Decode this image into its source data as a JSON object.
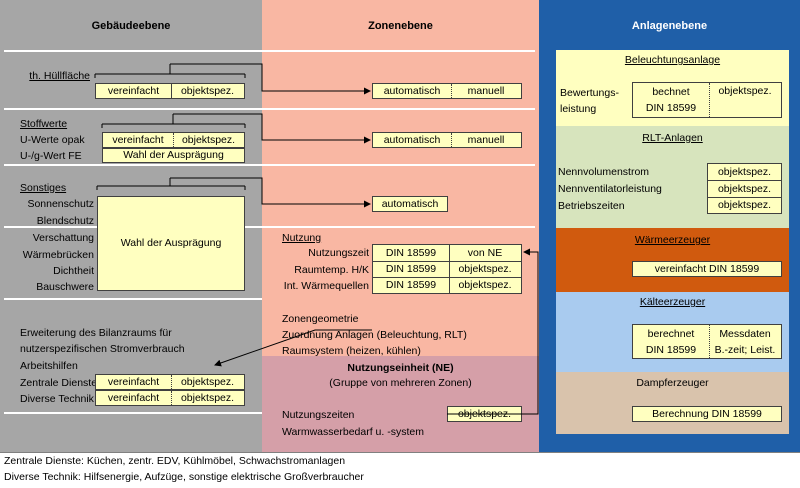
{
  "headers": {
    "gebaeude": "Gebäudeebene",
    "zone": "Zonenebene",
    "anlagen": "Anlagenebene"
  },
  "gebaeude": {
    "huellflaeche_label": "th. Hüllfläche",
    "huellflaeche_options": [
      "vereinfacht",
      "objektspez."
    ],
    "stoffwerte_label": "Stoffwerte",
    "u_werte_label": "U-Werte opak",
    "u_werte_options": [
      "vereinfacht",
      "objektspez."
    ],
    "ug_wert_label": "U-/g-Wert FE",
    "ug_wert_value": "Wahl der Ausprägung",
    "sonstiges_label": "Sonstiges",
    "sonstiges_items": [
      "Sonnenschutz",
      "Blendschutz",
      "Verschattung",
      "Wärmebrücken",
      "Dichtheit",
      "Bauschwere"
    ],
    "sonstiges_value": "Wahl der Ausprägung",
    "erweiterung_line1": "Erweiterung des Bilanzraums für",
    "erweiterung_line2": "nutzerspezifischen Stromverbrauch",
    "arbeitshilfen": "Arbeitshilfen",
    "zentrale_label": "Zentrale Dienste",
    "zentrale_options": [
      "vereinfacht",
      "objektspez."
    ],
    "diverse_label": "Diverse Technik",
    "diverse_options": [
      "vereinfacht",
      "objektspez."
    ]
  },
  "zone": {
    "row1_options": [
      "automatisch",
      "manuell"
    ],
    "row2_options": [
      "automatisch",
      "manuell"
    ],
    "row3_value": "automatisch",
    "nutzung_label": "Nutzung",
    "nutzung_rows": [
      {
        "label": "Nutzungszeit",
        "a": "DIN 18599",
        "b": "von NE"
      },
      {
        "label": "Raumtemp. H/K",
        "a": "DIN 18599",
        "b": "objektspez."
      },
      {
        "label": "Int. Wärmequellen",
        "a": "DIN 18599",
        "b": "objektspez."
      }
    ],
    "zonengeometrie": "Zonengeometrie",
    "zuordnung": "Zuordnung Anlagen (Beleuchtung, RLT)",
    "raumsystem": "Raumsystem (heizen, kühlen)",
    "ne_title": "Nutzungseinheit (NE)",
    "ne_subtitle": "(Gruppe von mehreren Zonen)",
    "ne_nutzungszeiten": "Nutzungszeiten",
    "ne_nutzungszeiten_value": "objektspez.",
    "ne_warmwasser": "Warmwasserbedarf u. -system"
  },
  "anlagen": {
    "beleuchtung_title": "Beleuchtungsanlage",
    "bewertung_line1": "Bewertungs-",
    "bewertung_line2": "leistung",
    "bewertung_a1": "bechnet",
    "bewertung_a2": "DIN 18599",
    "bewertung_b": "objektspez.",
    "rlt_title": "RLT-Anlagen",
    "rlt_rows": [
      {
        "label": "Nennvolumenstrom",
        "value": "objektspez."
      },
      {
        "label": "Nennventilatorleistung",
        "value": "objektspez."
      },
      {
        "label": "Betriebszeiten",
        "value": "objektspez."
      }
    ],
    "waerme_title": "Wärmeerzeuger",
    "waerme_value": "vereinfacht DIN 18599",
    "kaelte_title": "Kälteerzeuger",
    "kaelte_a1": "berechnet",
    "kaelte_a2": "DIN 18599",
    "kaelte_b1": "Messdaten",
    "kaelte_b2": "B.-zeit; Leist.",
    "dampf_title": "Dampferzeuger",
    "dampf_value": "Berechnung DIN 18599"
  },
  "footer": {
    "line1": "Zentrale Dienste: Küchen, zentr. EDV, Kühlmöbel, Schwachstromanlagen",
    "line2": "Diverse Technik: Hilfsenergie, Aufzüge, sonstige elektrische Großverbraucher"
  },
  "colors": {
    "gebaeude_bg": "#a6a6a6",
    "zone_bg": "#f9b7a3",
    "ne_bg": "#d59fa8",
    "anlagen_bg": "#1f5fa8",
    "beleuchtung_bg": "#ffffc0",
    "rlt_bg": "#d7e4bd",
    "waerme_bg": "#d05a0e",
    "kaelte_bg": "#a9cbef",
    "dampf_bg": "#d9c3ac",
    "box_bg": "#ffffc0"
  }
}
